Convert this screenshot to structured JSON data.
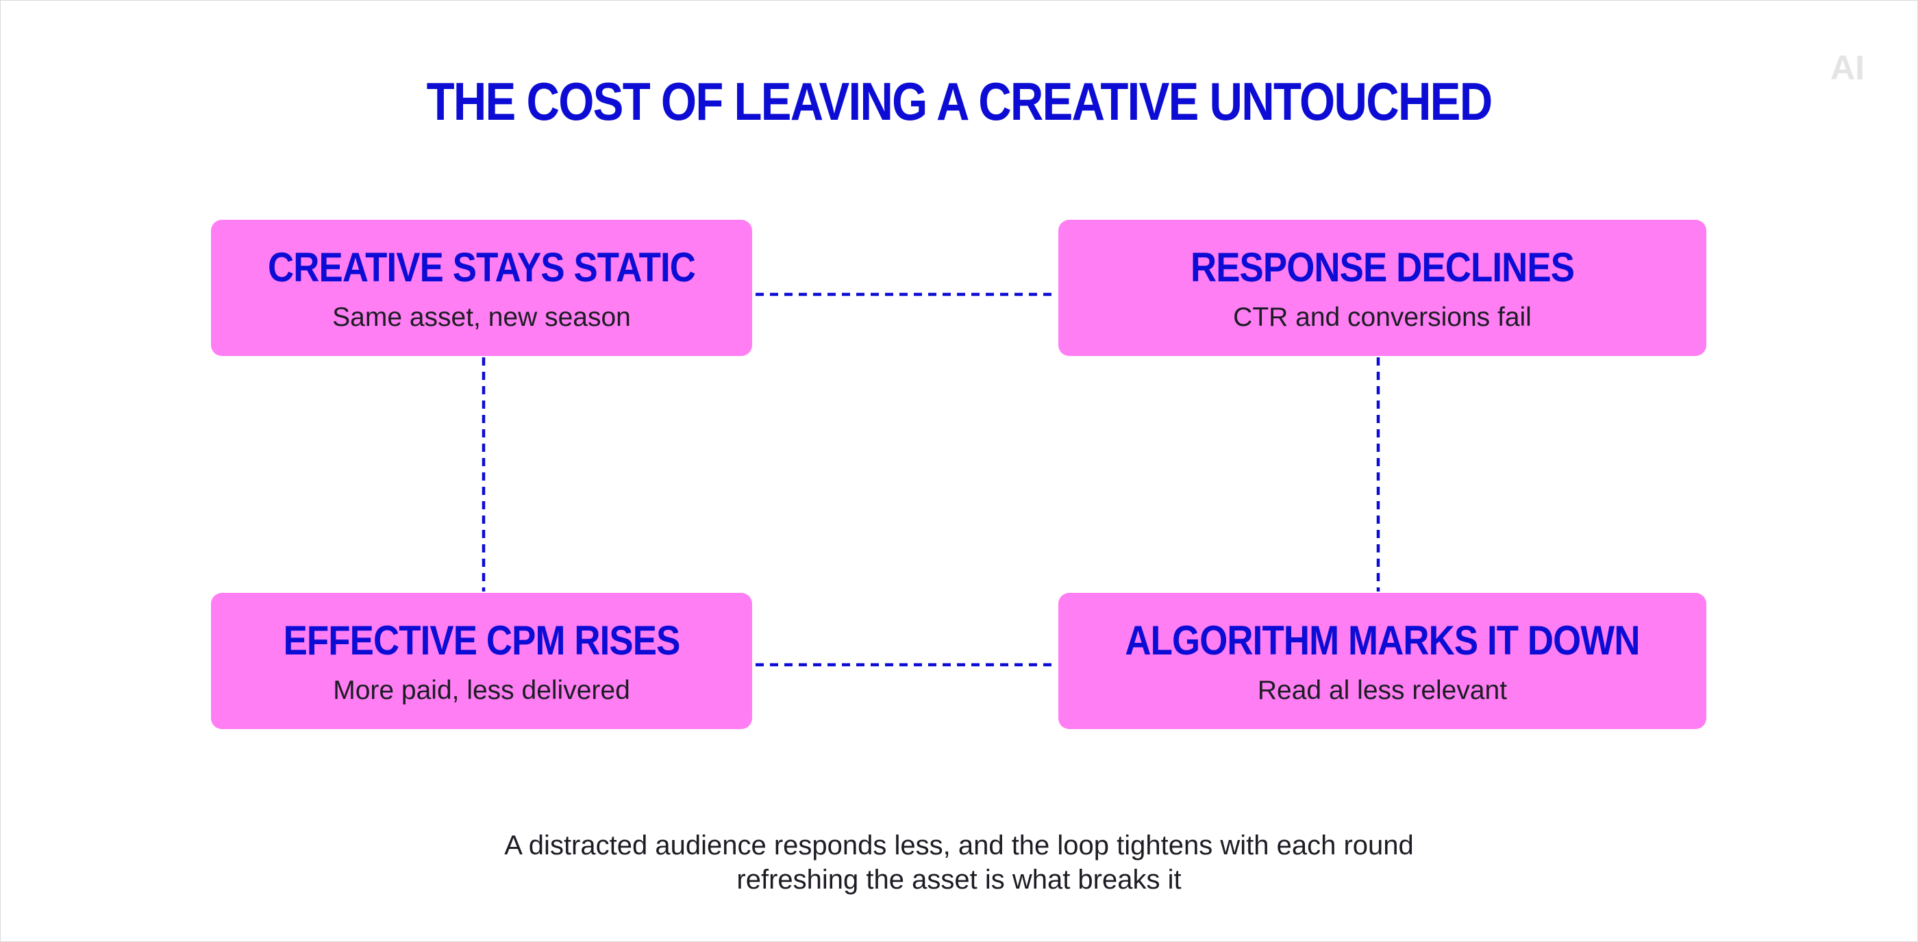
{
  "title": "THE COST OF LEAVING A CREATIVE UNTOUCHED",
  "logo": {
    "text": "AI",
    "color": "#e4e4e4"
  },
  "colors": {
    "accent": "#0c0cd4",
    "box_fill": "#ff7ef3",
    "body_text": "#1c1c24",
    "connector": "#0c0cd4"
  },
  "diagram": {
    "nodes": [
      {
        "id": "static",
        "title": "CREATIVE STAYS STATIC",
        "subtitle": "Same asset, new season"
      },
      {
        "id": "response",
        "title": "RESPONSE DECLINES",
        "subtitle": "CTR and conversions fail"
      },
      {
        "id": "cpm",
        "title": "EFFECTIVE CPM RISES",
        "subtitle": "More paid, less delivered"
      },
      {
        "id": "algorithm",
        "title": "ALGORITHM MARKS IT DOWN",
        "subtitle": "Read al less relevant"
      }
    ],
    "edges": [
      {
        "from": "static",
        "to": "response",
        "style": "dashed"
      },
      {
        "from": "response",
        "to": "algorithm",
        "style": "dashed"
      },
      {
        "from": "algorithm",
        "to": "cpm",
        "style": "dashed"
      },
      {
        "from": "cpm",
        "to": "static",
        "style": "dashed"
      }
    ]
  },
  "caption": {
    "line1": "A distracted audience responds less, and the loop tightens with each round",
    "line2": "refreshing the asset is what breaks it"
  }
}
